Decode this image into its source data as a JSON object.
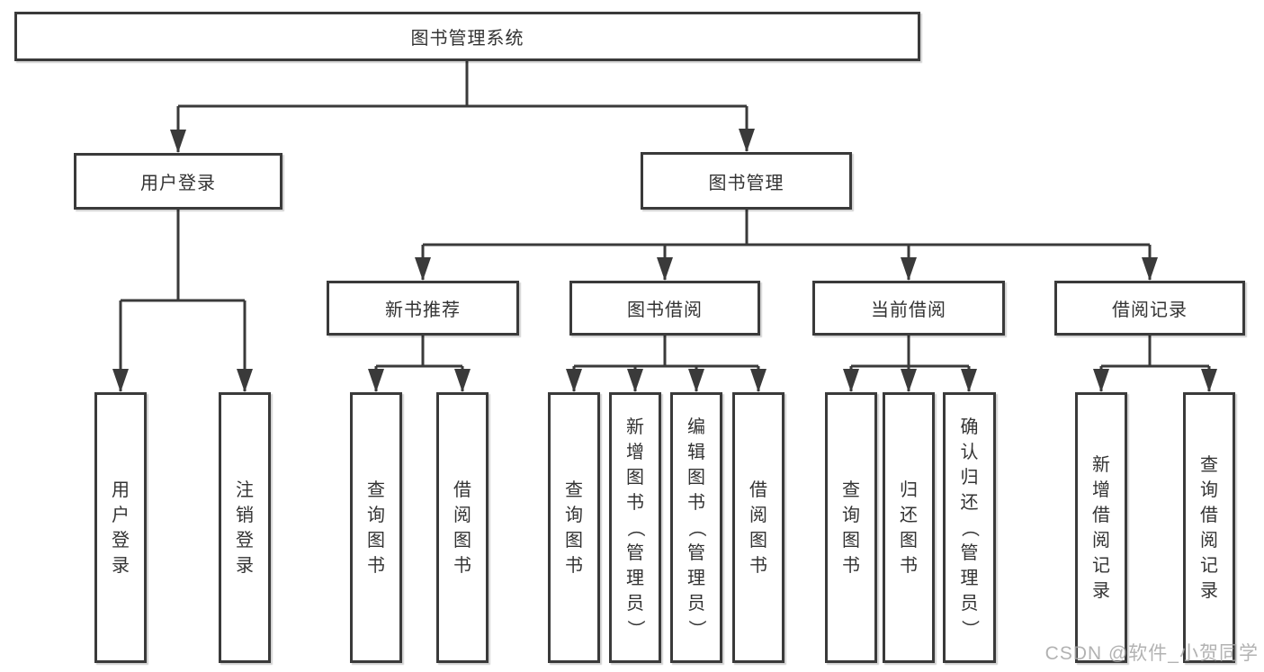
{
  "nodes": {
    "root": "图书管理系统",
    "user_login": "用户登录",
    "book_mgmt": "图书管理",
    "new_book": "新书推荐",
    "book_borrow": "图书借阅",
    "current_borrow": "当前借阅",
    "borrow_record": "借阅记录",
    "leaf_user_login": "用户登录",
    "leaf_logout": "注销登录",
    "leaf_nb_query": "查询图书",
    "leaf_nb_borrow": "借阅图书",
    "leaf_bb_query": "查询图书",
    "leaf_bb_add": "新增图书（管理员）",
    "leaf_bb_edit": "编辑图书（管理员）",
    "leaf_bb_borrow": "借阅图书",
    "leaf_cb_query": "查询图书",
    "leaf_cb_return": "归还图书",
    "leaf_cb_confirm": "确认归还（管理员）",
    "leaf_br_add": "新增借阅记录",
    "leaf_br_query": "查询借阅记录"
  },
  "watermark": "CSDN @软件_小贺同学",
  "colors": {
    "line": "#3a3a3a",
    "box_border": "#3a3a3a",
    "text": "#333333",
    "watermark": "#a4a4a4"
  }
}
